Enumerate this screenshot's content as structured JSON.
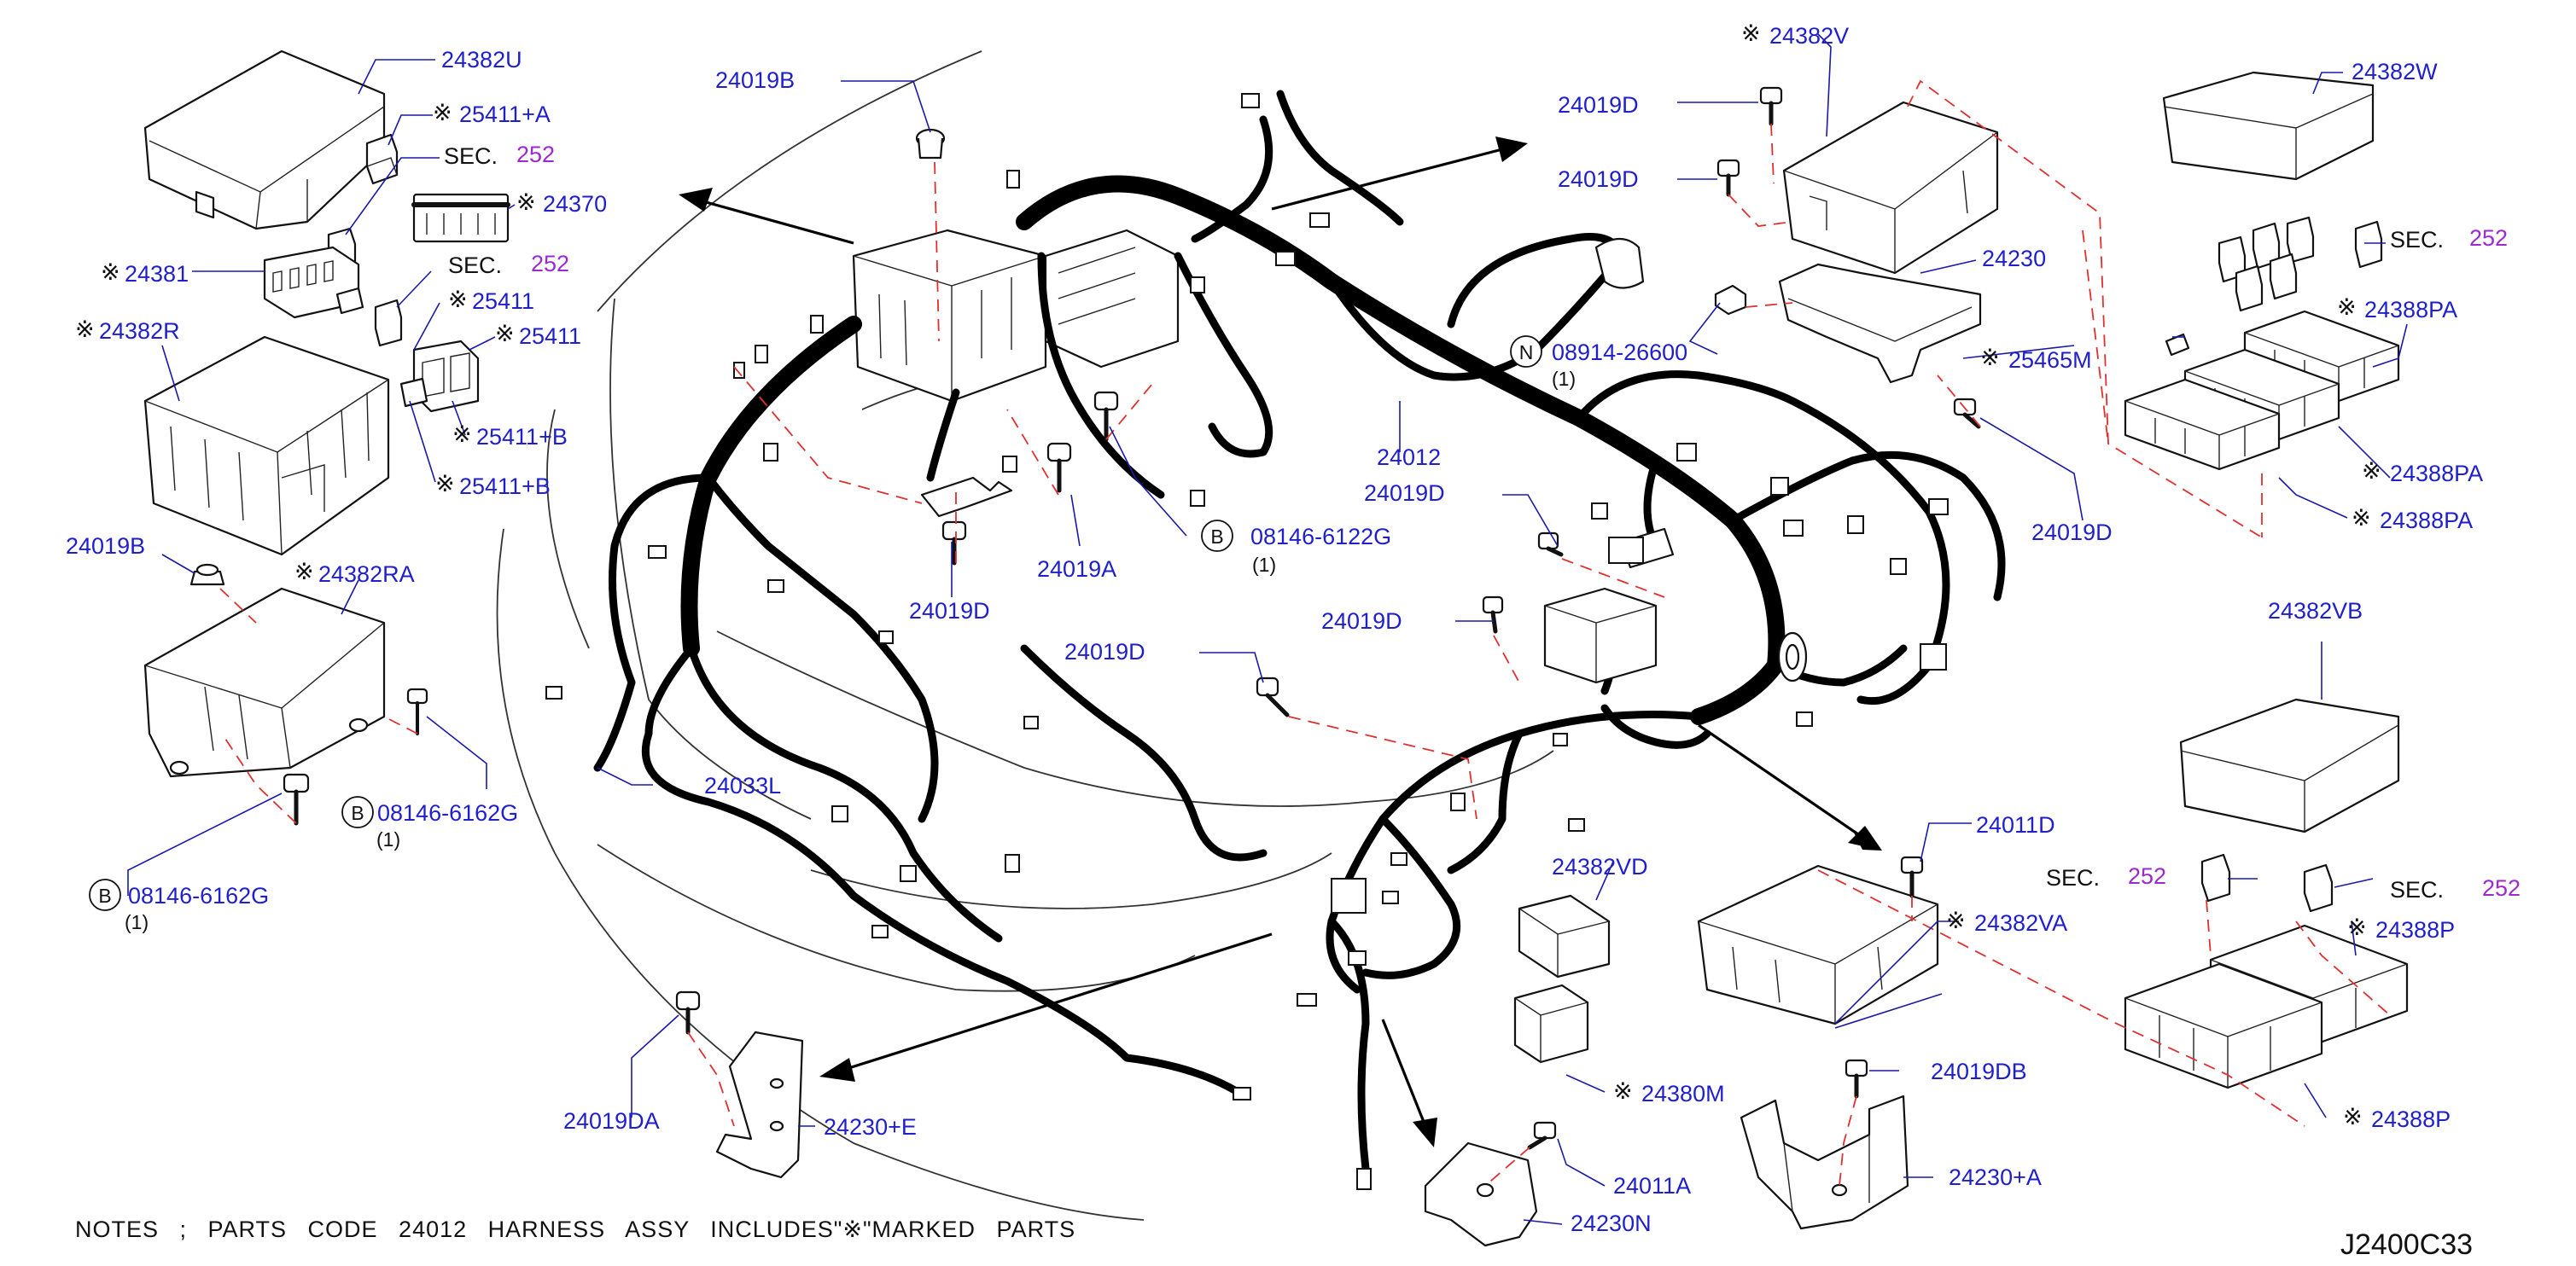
{
  "drawing_id": "J2400C33",
  "notes": "NOTES ; PARTS CODE 24012 HARNESS ASSY INCLUDES\"※\"MARKED PARTS",
  "marker": "※",
  "sec_text": "SEC.",
  "sec_number": "252",
  "qty_text": "(1)",
  "labels": {
    "p24382U": "24382U",
    "p25411A": "25411+A",
    "p24370": "24370",
    "p24381": "24381",
    "p24382R": "24382R",
    "p25411": "25411",
    "p25411b": "25411",
    "p25411B1": "25411+B",
    "p25411B2": "25411+B",
    "p24019B_l": "24019B",
    "p24382RA": "24382RA",
    "p08146_6162G_a": "08146-6162G",
    "p08146_6162G_b": "08146-6162G",
    "p24019B_t": "24019B",
    "p24019D_a": "24019D",
    "p24019A": "24019A",
    "p08146_6122G": "08146-6122G",
    "p24033L": "24033L",
    "p24012": "24012",
    "p24019D_top1": "24019D",
    "p24019D_top2": "24019D",
    "p24382V": "24382V",
    "p24230": "24230",
    "p08914_26600": "08914-26600",
    "p25465M": "25465M",
    "p24019D_r": "24019D",
    "p24019D_m1": "24019D",
    "p24019D_m2": "24019D",
    "p24019D_m3": "24019D",
    "p24382W": "24382W",
    "p24388PA_1": "24388PA",
    "p24388PA_2": "24388PA",
    "p24388PA_3": "24388PA",
    "p24382VB": "24382VB",
    "p24011D": "24011D",
    "p24382VD": "24382VD",
    "p24382VA": "24382VA",
    "p24388P_1": "24388P",
    "p24388P_2": "24388P",
    "p24380M": "24380M",
    "p24019DB": "24019DB",
    "p24019DA": "24019DA",
    "p24230E": "24230+E",
    "p24011A": "24011A",
    "p24230N": "24230N",
    "p24230A": "24230+A"
  },
  "circle_letters": {
    "bolt": "B",
    "nut": "N"
  },
  "colors": {
    "label": "#1f1fcc",
    "sec_number": "#9b2bd1",
    "dash_line": "#e03030",
    "ink": "#111111"
  }
}
